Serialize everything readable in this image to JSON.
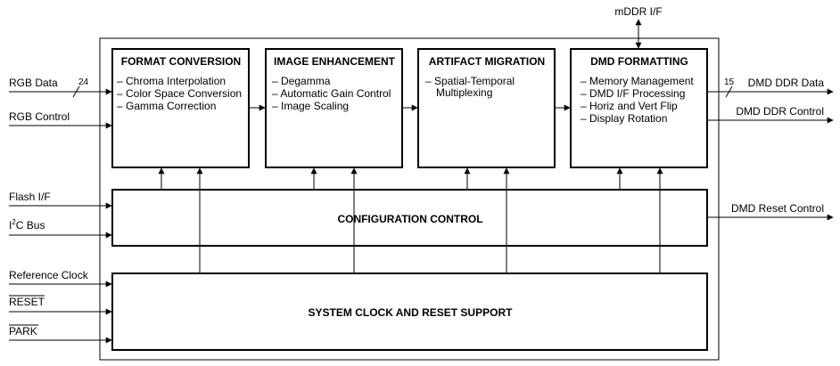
{
  "inputs": {
    "rgb_data": "RGB Data",
    "rgb_data_width": "24",
    "rgb_control": "RGB Control",
    "flash_if": "Flash I/F",
    "i2c_prefix": "I",
    "i2c_sup": "2",
    "i2c_suffix": "C Bus",
    "reference_clock": "Reference Clock",
    "reset": "RESET",
    "park": "PARK"
  },
  "outputs": {
    "mddr_if": "mDDR I/F",
    "dmd_ddr_data": "DMD DDR Data",
    "dmd_ddr_data_width": "15",
    "dmd_ddr_control": "DMD DDR Control",
    "dmd_reset_control": "DMD Reset Control"
  },
  "blocks": {
    "format_conversion": {
      "title": "FORMAT CONVERSION",
      "items": [
        "– Chroma Interpolation",
        "– Color Space Conversion",
        "– Gamma Correction"
      ]
    },
    "image_enhancement": {
      "title": "IMAGE ENHANCEMENT",
      "items": [
        "– Degamma",
        "– Automatic Gain Control",
        "– Image Scaling"
      ]
    },
    "artifact_migration": {
      "title": "ARTIFACT MIGRATION",
      "items": [
        "– Spatial-Temporal",
        "Multiplexing"
      ]
    },
    "dmd_formatting": {
      "title": "DMD FORMATTING",
      "items": [
        "– Memory Management",
        "– DMD I/F Processing",
        "– Horiz and Vert Flip",
        "– Display Rotation"
      ]
    },
    "configuration_control": {
      "title": "CONFIGURATION CONTROL"
    },
    "system_clock": {
      "title": "SYSTEM CLOCK AND RESET SUPPORT"
    }
  }
}
